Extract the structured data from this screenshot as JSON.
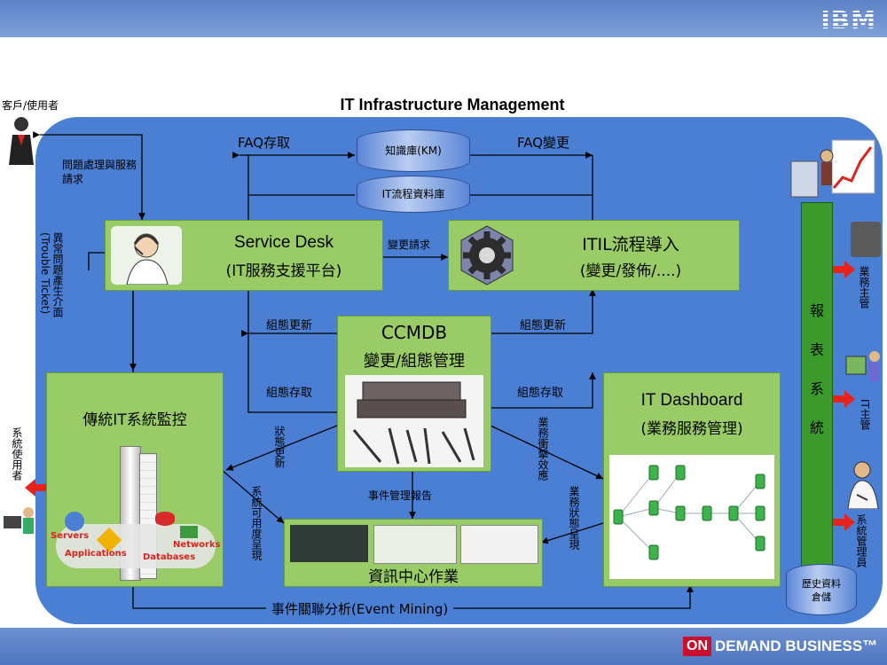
{
  "brand": {
    "logo": "IBM",
    "footer_on": "ON",
    "footer_text": "DEMAND BUSINESS™"
  },
  "title": "IT Infrastructure Management",
  "actors": {
    "customer": "客戶/使用者",
    "system_user": "系統使用者",
    "business_manager": "業務主管",
    "it_manager": "IT主管",
    "sys_admin": "系統管理員"
  },
  "databases": {
    "km": "知識庫(KM)",
    "itil_db": "IT流程資料庫",
    "history": "歷史資料倉儲"
  },
  "boxes": {
    "service_desk_title": "Service Desk",
    "service_desk_sub": "(IT服務支援平台)",
    "itil_title": "ITIL流程導入",
    "itil_sub": "(變更/發佈/....)",
    "ccmdb_title": "CCMDB",
    "ccmdb_sub": "變更/組態管理",
    "legacy_title": "傳統IT系統監控",
    "dashboard_title": "IT Dashboard",
    "dashboard_sub": "(業務服務管理)",
    "ops_title": "資訊中心作業",
    "report_system": "報表系統"
  },
  "legacy_labels": {
    "servers": "Servers",
    "applications": "Applications",
    "databases": "Databases",
    "networks": "Networks"
  },
  "labels": {
    "faq_access": "FAQ存取",
    "faq_change": "FAQ變更",
    "problem_request": "問題處理與服務請求",
    "trouble_ticket": "異常問題產生介面(Trouble Ticket)",
    "change_request": "變更請求",
    "config_update_left": "組態更新",
    "config_update_right": "組態更新",
    "config_access_left": "組態存取",
    "config_access_right": "組態存取",
    "status_update": "狀態更新",
    "availability": "系統可用度呈現",
    "event_report": "事件管理報告",
    "business_impact": "業務衝擊效應",
    "business_status": "業務狀態呈現",
    "event_mining": "事件關聯分析(Event Mining)"
  },
  "colors": {
    "background_panel": "#4a7fd4",
    "box_green": "#99cc66",
    "arrow_red": "#e8231b",
    "header_blue": "#6a8fd2"
  }
}
